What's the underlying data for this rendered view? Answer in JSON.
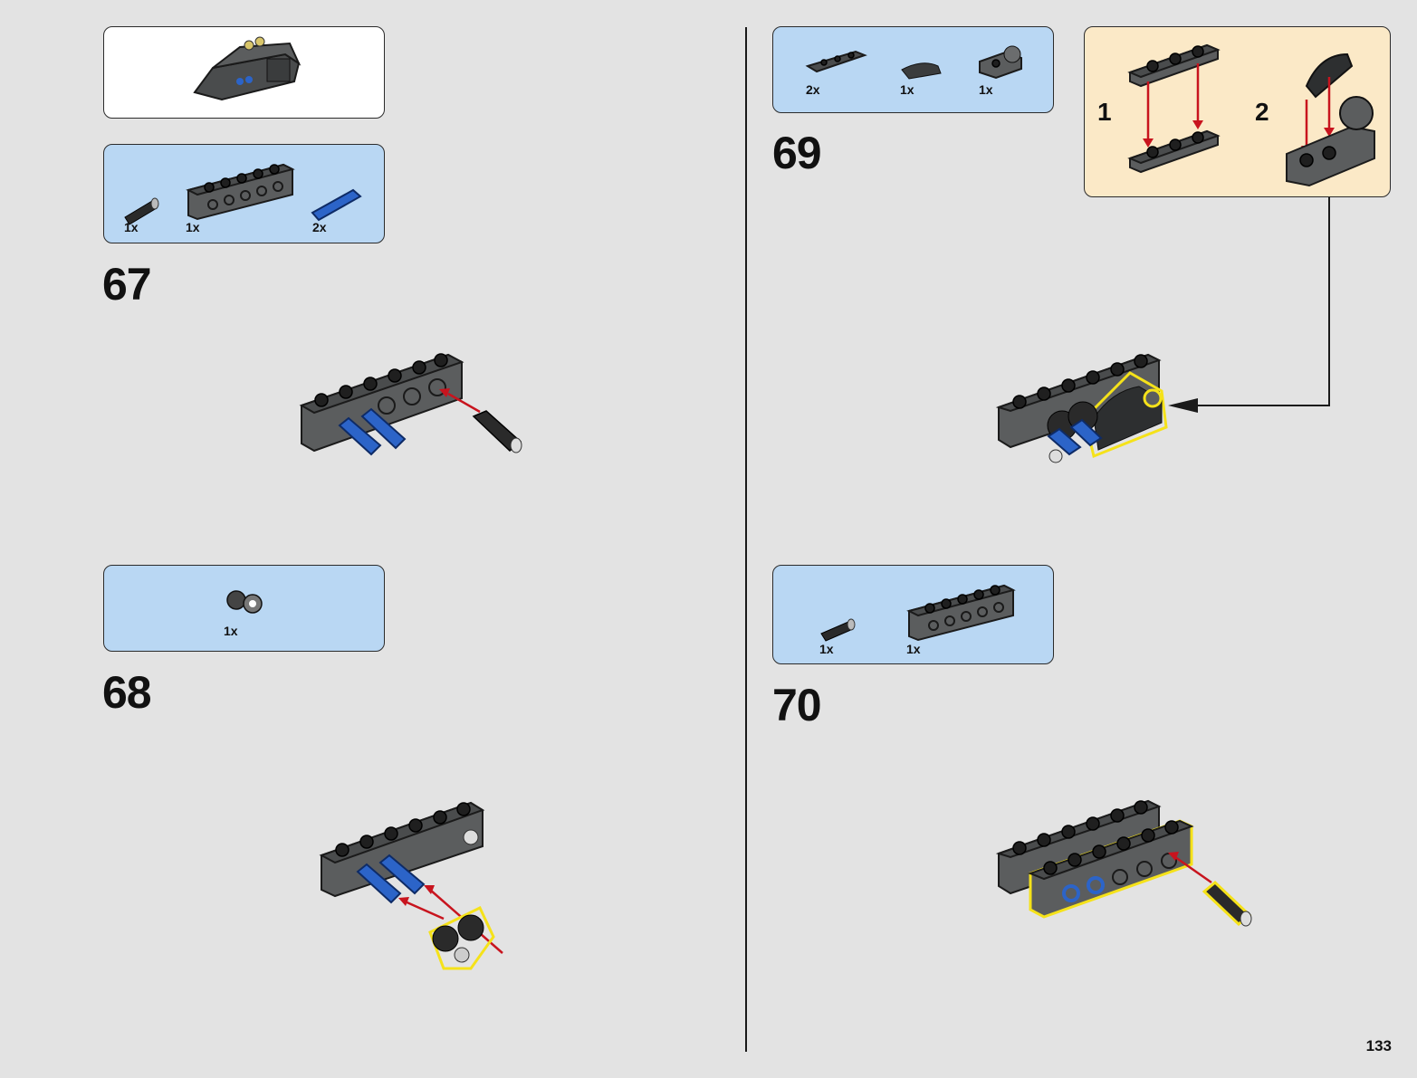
{
  "page": {
    "number": "133"
  },
  "overview": {
    "label": ""
  },
  "steps": [
    {
      "number": "67",
      "parts": [
        "1x",
        "1x",
        "2x"
      ]
    },
    {
      "number": "68",
      "parts": [
        "1x"
      ]
    },
    {
      "number": "69",
      "parts": [
        "2x",
        "1x",
        "1x"
      ],
      "substeps": [
        "1",
        "2"
      ]
    },
    {
      "number": "70",
      "parts": [
        "1x",
        "1x"
      ]
    }
  ],
  "colors": {
    "background": "#e3e3e3",
    "parts_box": "#b9d7f3",
    "substep_box": "#fbe9c7",
    "arrow": "#c8141e",
    "highlight": "#f5e21a",
    "blue_pin": "#2c64c8"
  },
  "icons": [
    "assembly-preview",
    "technic-axle-pin",
    "technic-brick-1x6",
    "blue-pin",
    "axle-connector",
    "plate-1x3",
    "curved-slope",
    "bracket-plate"
  ]
}
